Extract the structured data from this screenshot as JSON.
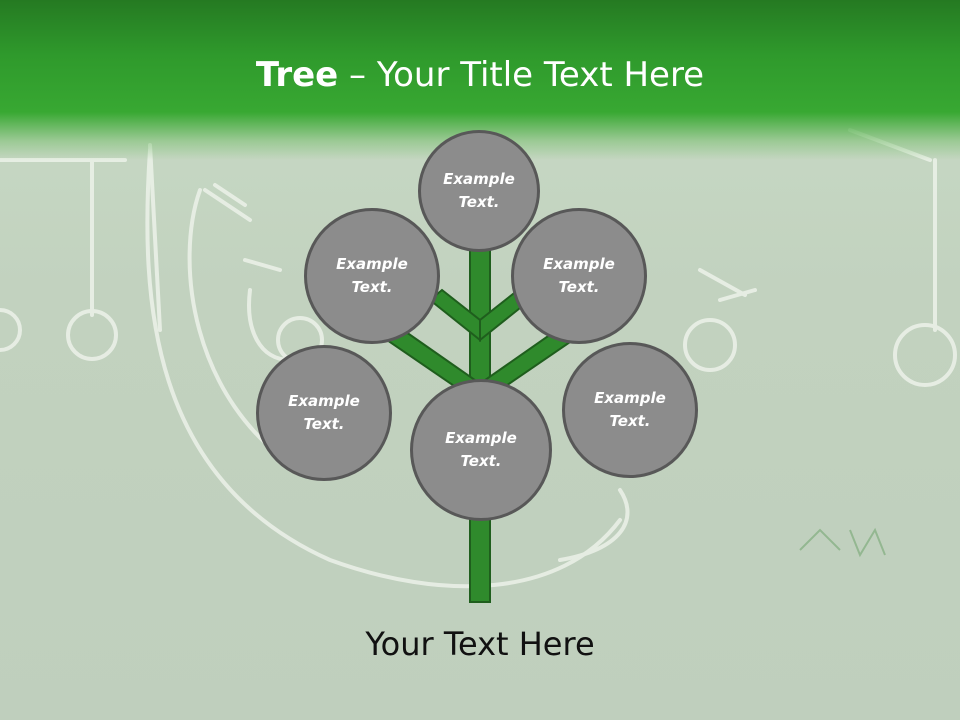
{
  "slide": {
    "title_bold": "Tree",
    "title_rest": " – Your Title Text Here",
    "footer_text": "Your Text Here"
  },
  "bubbles": [
    {
      "text": "Example\nText."
    },
    {
      "text": "Example\nText."
    },
    {
      "text": "Example\nText."
    },
    {
      "text": "Example\nText."
    },
    {
      "text": "Example\nText."
    },
    {
      "text": "Example\nText."
    }
  ],
  "colors": {
    "header_green": "#2f9a2c",
    "trunk_green": "#2f8a2c",
    "bubble_fill": "#8c8c8c",
    "bubble_border": "#585858"
  }
}
